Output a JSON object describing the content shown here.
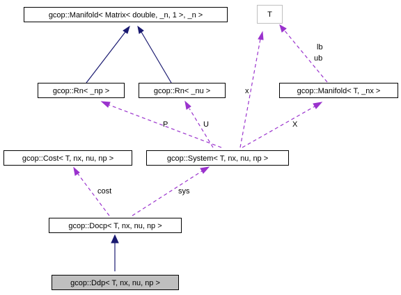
{
  "nodes": {
    "manifold_matrix": "gcop::Manifold< Matrix< double, _n, 1 >, _n >",
    "template_t": "T",
    "rn_np": "gcop::Rn< _np >",
    "rn_nu": "gcop::Rn< _nu >",
    "manifold_t": "gcop::Manifold< T, _nx >",
    "cost": "gcop::Cost< T, nx, nu, np >",
    "system": "gcop::System< T, nx, nu, np >",
    "docp": "gcop::Docp< T, nx, nu, np >",
    "ddp": "gcop::Ddp< T, nx, nu, np >"
  },
  "edge_labels": {
    "x": "x",
    "lb": "lb",
    "ub": "ub",
    "P": "P",
    "U": "U",
    "X": "X",
    "cost": "cost",
    "sys": "sys"
  },
  "colors": {
    "inheritance": "#191970",
    "usage": "#9a32cd",
    "highlight_fill": "#bfbfbf"
  }
}
